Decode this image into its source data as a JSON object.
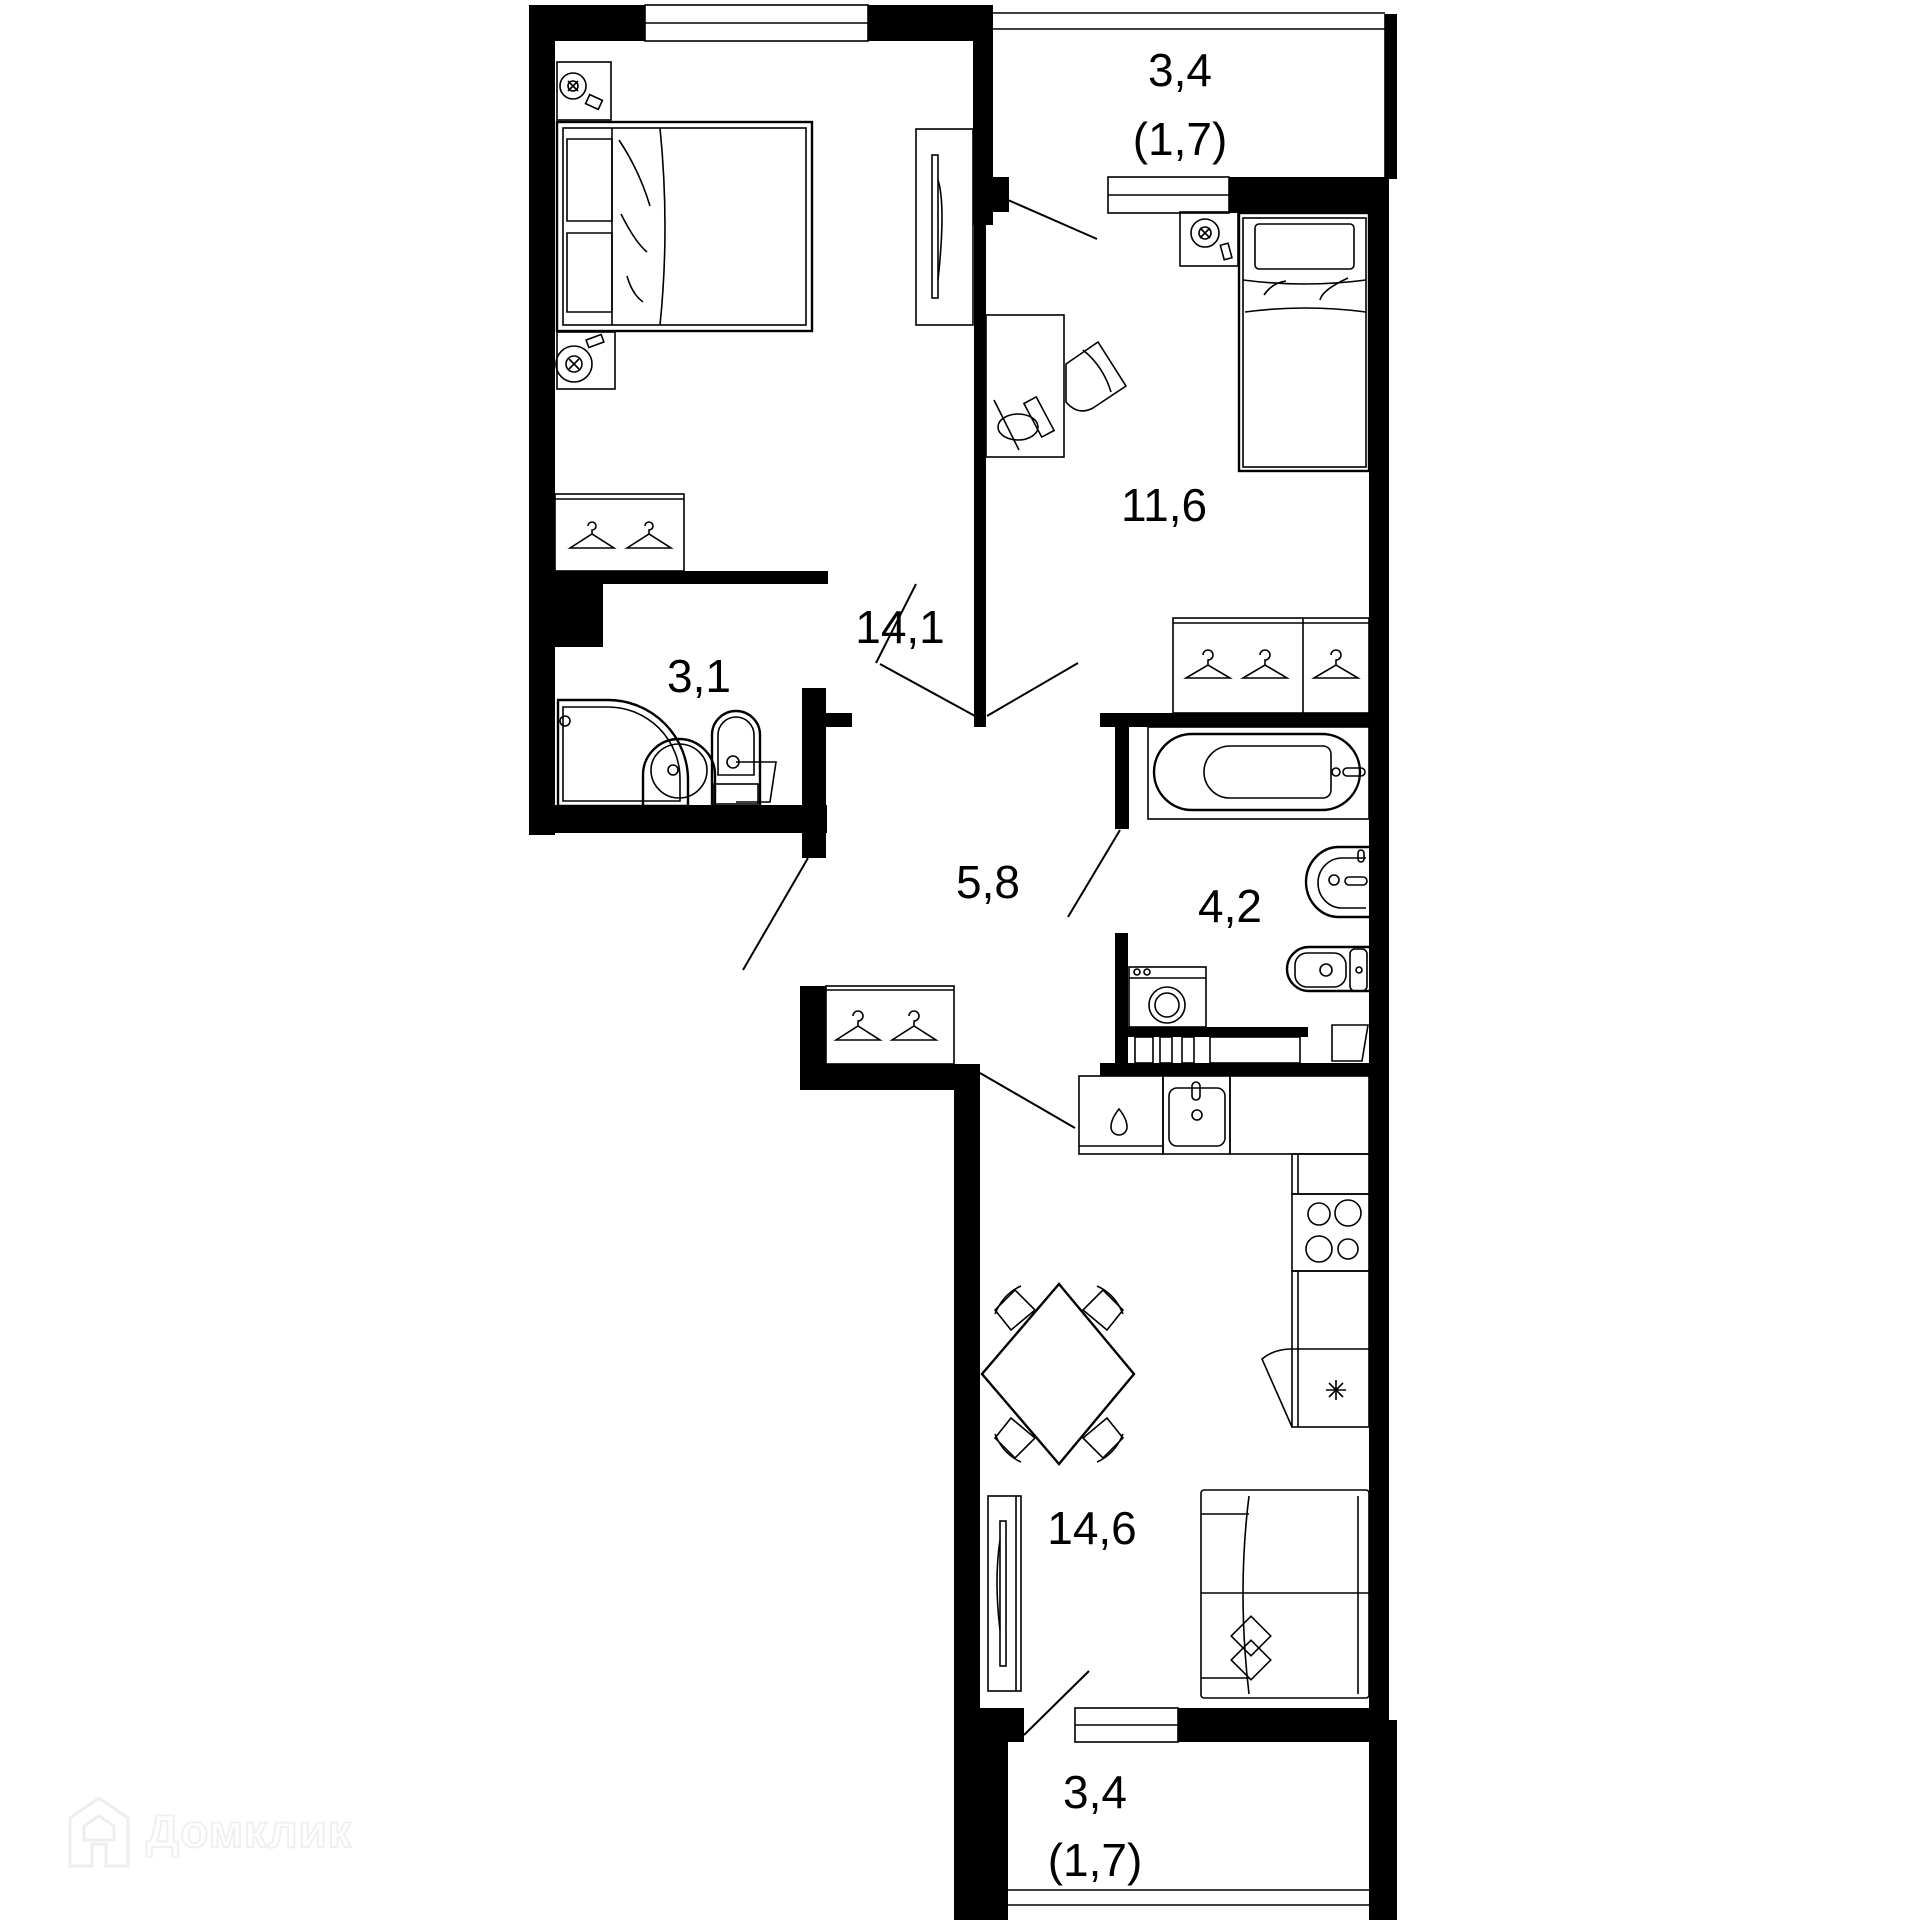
{
  "plan": {
    "type": "apartment-floor-plan",
    "rooms": [
      {
        "id": "bedroom-1",
        "name": "bedroom",
        "area": "14,1"
      },
      {
        "id": "bedroom-2",
        "name": "bedroom",
        "area": "11,6"
      },
      {
        "id": "balcony-top",
        "name": "balcony",
        "area": "3,4",
        "reduced_area": "(1,7)"
      },
      {
        "id": "bathroom-small",
        "name": "shower room",
        "area": "3,1"
      },
      {
        "id": "hallway",
        "name": "hallway",
        "area": "5,8"
      },
      {
        "id": "bathroom-large",
        "name": "bathroom",
        "area": "4,2"
      },
      {
        "id": "kitchen-living",
        "name": "kitchen-living room",
        "area": "14,6"
      },
      {
        "id": "balcony-bottom",
        "name": "balcony",
        "area": "3,4",
        "reduced_area": "(1,7)"
      }
    ],
    "colors": {
      "wall": "#000000",
      "background": "#ffffff",
      "watermark": "#e6e6e6"
    }
  },
  "watermark": {
    "text": "Домклик",
    "icon": "house-logo-icon"
  }
}
